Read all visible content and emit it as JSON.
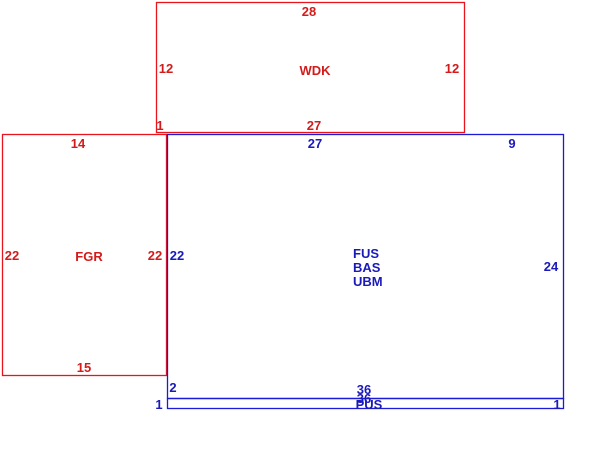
{
  "colors": {
    "upper_floor": "#e8161c",
    "main_floor": "#1a1ad8"
  },
  "areas": {
    "wdk": {
      "code": "WDK",
      "dims": {
        "top": "28",
        "left": "12",
        "right": "12",
        "bottom": "27",
        "corner": "1"
      }
    },
    "fgr": {
      "code": "FGR",
      "dims": {
        "top": "14",
        "left": "22",
        "right": "22",
        "bottom": "15"
      }
    },
    "main": {
      "codes": [
        "FUS",
        "BAS",
        "UBM"
      ],
      "dims": {
        "top": "27",
        "top_right": "9",
        "left": "22",
        "right": "24",
        "bottom": "36",
        "bottom_left": "2"
      }
    },
    "strip": {
      "code": "PUS",
      "dims": {
        "overlap": "36",
        "left": "1",
        "right": "1"
      }
    }
  }
}
